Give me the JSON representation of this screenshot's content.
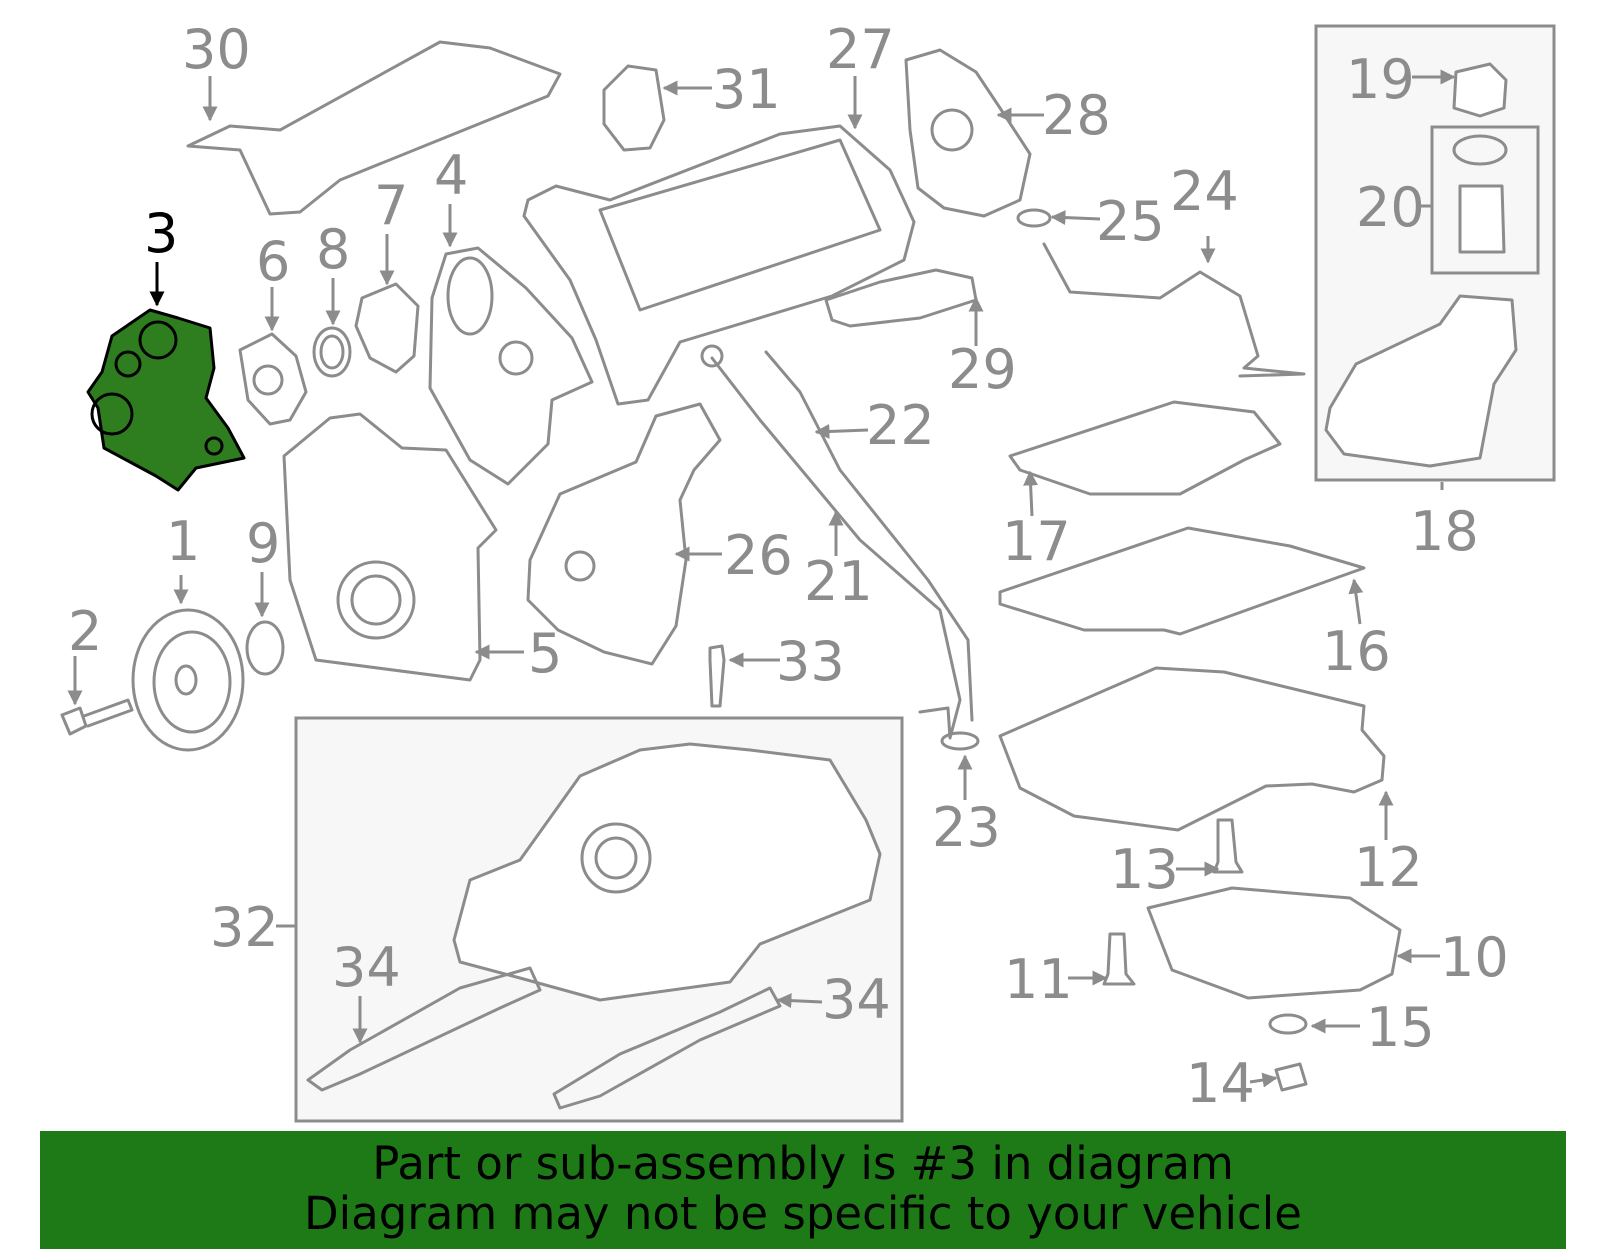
{
  "diagram": {
    "callouts": [
      "1",
      "2",
      "3",
      "4",
      "5",
      "6",
      "7",
      "8",
      "9",
      "10",
      "11",
      "12",
      "13",
      "14",
      "15",
      "16",
      "17",
      "18",
      "19",
      "20",
      "21",
      "22",
      "23",
      "24",
      "25",
      "26",
      "27",
      "28",
      "29",
      "30",
      "31",
      "32",
      "33",
      "34",
      "34"
    ],
    "highlighted_part": "3",
    "highlight_color": "#2e7d1f",
    "line_color": "#8c8c8c"
  },
  "banner": {
    "line1": "Part or sub-assembly is #3 in diagram",
    "line2": "Diagram may not be specific to your vehicle",
    "background": "#1e7a17"
  }
}
